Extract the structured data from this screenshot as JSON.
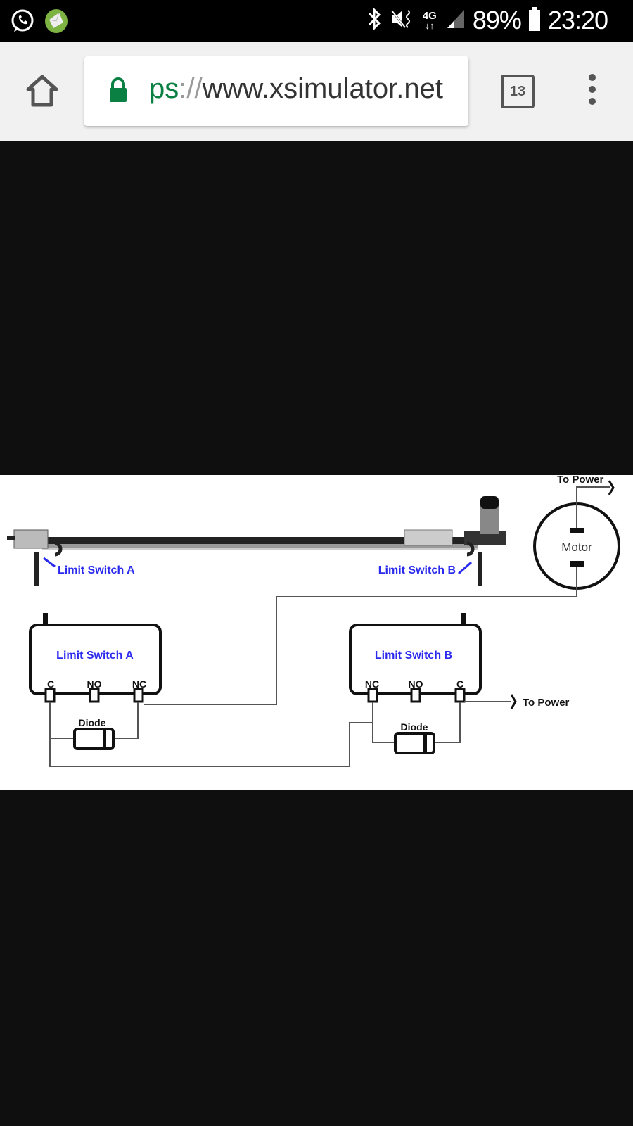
{
  "status_bar": {
    "notifications": [
      "whatsapp-icon",
      "email-app-icon"
    ],
    "indicators": [
      "bluetooth-icon",
      "vibrate-icon",
      "network-4g-icon",
      "signal-icon"
    ],
    "network_type": "4G",
    "battery_percent": "89%",
    "time": "23:20"
  },
  "browser": {
    "url_scheme": "ps",
    "url_separator": "://",
    "url_host": "www.xsimulator.net",
    "tab_count": "13",
    "colors": {
      "secure": "#0b8043"
    }
  },
  "diagram": {
    "photo_labels": {
      "switch_a": "Limit Switch A",
      "switch_b": "Limit Switch B"
    },
    "motor_label": "Motor",
    "to_power_top": "To Power",
    "to_power_right": "To Power",
    "switch_a": {
      "title": "Limit Switch A",
      "pins": [
        "C",
        "NO",
        "NC"
      ],
      "diode": "Diode"
    },
    "switch_b": {
      "title": "Limit Switch B",
      "pins": [
        "NC",
        "NO",
        "C"
      ],
      "diode": "Diode"
    },
    "colors": {
      "label_blue": "#2a2aee",
      "wire": "#555555"
    }
  }
}
